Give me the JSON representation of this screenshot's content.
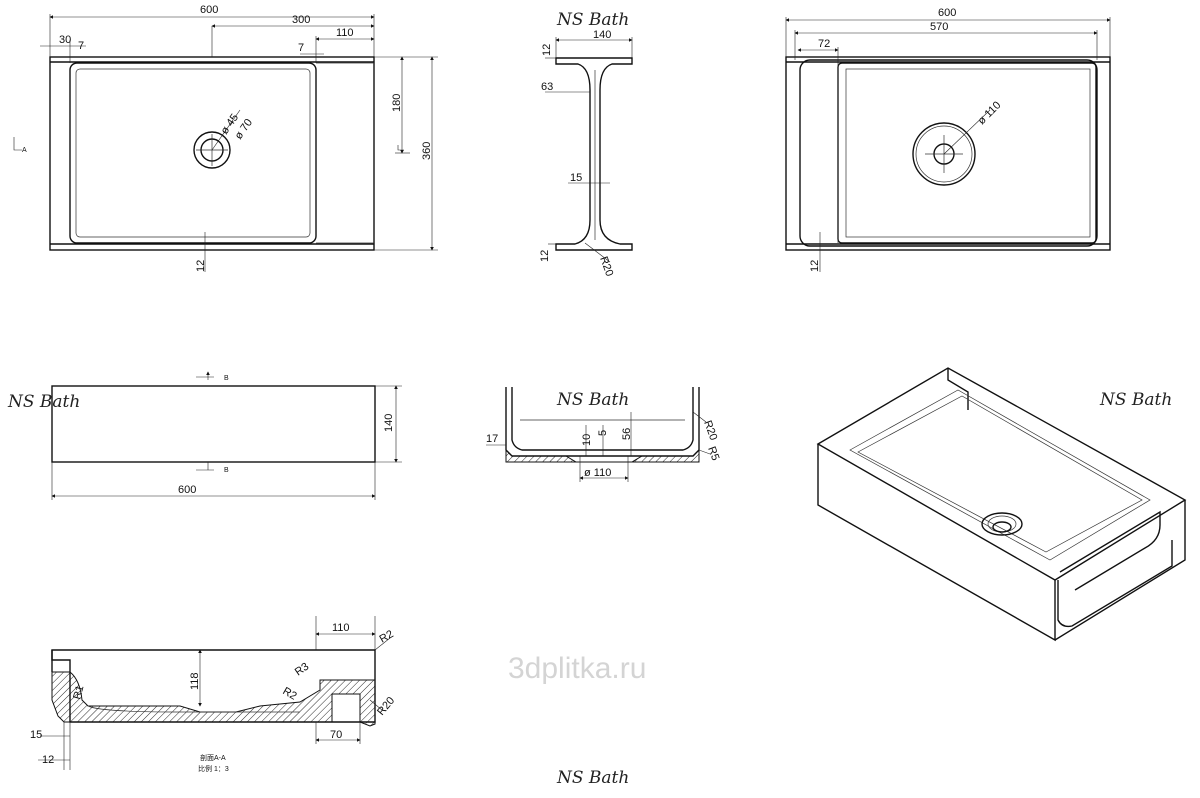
{
  "brand": "NS Bath",
  "watermark": "3dplitka.ru",
  "top_view": {
    "dims": {
      "width": "600",
      "half": "300",
      "right_ledge": "110",
      "left_ledge": "30",
      "left_gap": "7",
      "right_gap": "7",
      "depth": "360",
      "half_depth": "180",
      "wall": "12",
      "drain_inner": "ø 45",
      "drain_outer": "ø 70"
    },
    "section_mark": "A"
  },
  "side_section_view": {
    "dims": {
      "depth": "140",
      "top": "12",
      "rim": "63",
      "wall": "15",
      "bottom": "12",
      "radius": "R20"
    }
  },
  "underside_view": {
    "dims": {
      "width": "600",
      "inner": "570",
      "ledge": "72",
      "wall": "12",
      "drain": "ø 110"
    }
  },
  "front_view": {
    "dims": {
      "width": "600",
      "height": "140"
    },
    "section_mark": "B"
  },
  "cross_section_b": {
    "dims": {
      "wall": "17",
      "thickness": "10",
      "step": "5",
      "height": "56",
      "drain": "ø 110",
      "radius_top": "R20",
      "radius_bottom": "R5"
    }
  },
  "section_a_detail": {
    "dims": {
      "ledge": "110",
      "radius_edge": "R2",
      "height": "118",
      "radius_inner": "R3",
      "radius_left": "R1",
      "radius_mid": "R2",
      "radius_right": "R20",
      "thickness": "15",
      "wall": "12",
      "well": "70"
    },
    "caption_line1": "剖面A-A",
    "caption_line2": "比例 1：3"
  }
}
